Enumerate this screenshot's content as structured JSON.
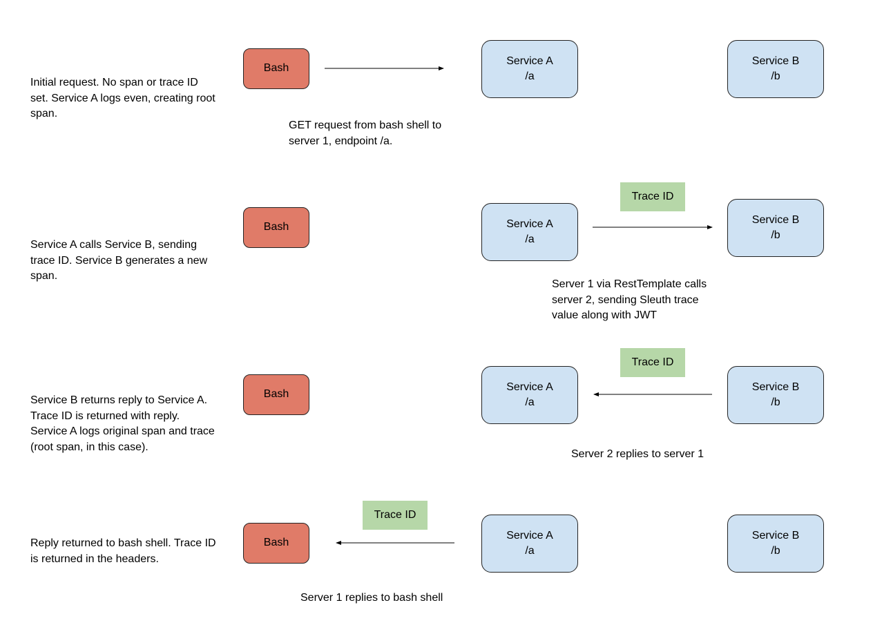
{
  "labels": {
    "bash": "Bash",
    "service_a": "Service A\n/a",
    "service_b": "Service B\n/b",
    "trace_id": "Trace ID"
  },
  "steps": [
    {
      "description": "Initial request. No span or trace ID set. Service A logs even, creating root span.",
      "caption": "GET request from bash shell to\nserver 1, endpoint /a.",
      "direction": "bash-to-a"
    },
    {
      "description": "Service A calls Service B, sending trace ID. Service B generates a new span.",
      "caption": "Server 1 via RestTemplate calls\nserver 2, sending Sleuth trace\nvalue along with JWT",
      "direction": "a-to-b"
    },
    {
      "description": "Service B returns reply to Service A. Trace ID is returned with reply. Service A logs original span and trace (root span, in this case).",
      "caption": "Server 2 replies to server 1",
      "direction": "b-to-a"
    },
    {
      "description": "Reply returned to bash shell. Trace ID is returned in the headers.",
      "caption": "Server 1 replies to bash shell",
      "direction": "a-to-bash"
    }
  ],
  "colors": {
    "bash": "#e07b68",
    "service": "#cfe2f3",
    "trace_tag": "#b6d7a8"
  }
}
